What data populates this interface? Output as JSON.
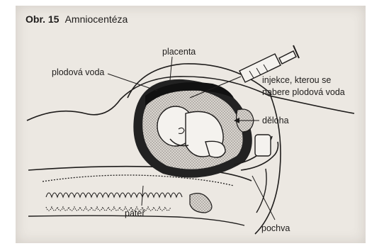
{
  "figure": {
    "number": "Obr. 15",
    "title": "Amniocentéza"
  },
  "labels": {
    "placenta": "placenta",
    "amniotic_fluid": "plodová voda",
    "injection_line1": "injekce, kterou se",
    "injection_line2": "nabere plodová voda",
    "uterus": "děloha",
    "spine": "páteř",
    "vagina": "pochva"
  },
  "colors": {
    "ink": "#1e1c1b",
    "paper": "#ece8e2",
    "uterus_wall": "#222222",
    "fluid_shading": "#9a9590"
  }
}
